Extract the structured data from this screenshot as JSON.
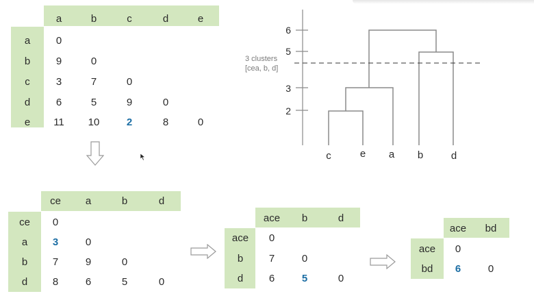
{
  "matrices": [
    {
      "cols": [
        "a",
        "b",
        "c",
        "d",
        "e"
      ],
      "rows": [
        {
          "label": "a",
          "values": [
            "0",
            "",
            "",
            "",
            ""
          ]
        },
        {
          "label": "b",
          "values": [
            "9",
            "0",
            "",
            "",
            ""
          ]
        },
        {
          "label": "c",
          "values": [
            "3",
            "7",
            "0",
            "",
            ""
          ]
        },
        {
          "label": "d",
          "values": [
            "6",
            "5",
            "9",
            "0",
            ""
          ]
        },
        {
          "label": "e",
          "values": [
            "11",
            "10",
            "2",
            "8",
            "0"
          ]
        }
      ],
      "highlight": {
        "row": 4,
        "col": 2
      }
    },
    {
      "cols": [
        "ce",
        "a",
        "b",
        "d"
      ],
      "rows": [
        {
          "label": "ce",
          "values": [
            "0",
            "",
            "",
            ""
          ]
        },
        {
          "label": "a",
          "values": [
            "3",
            "0",
            "",
            ""
          ]
        },
        {
          "label": "b",
          "values": [
            "7",
            "9",
            "0",
            ""
          ]
        },
        {
          "label": "d",
          "values": [
            "8",
            "6",
            "5",
            "0"
          ]
        }
      ],
      "highlight": {
        "row": 1,
        "col": 0
      }
    },
    {
      "cols": [
        "ace",
        "b",
        "d"
      ],
      "rows": [
        {
          "label": "ace",
          "values": [
            "0",
            "",
            ""
          ]
        },
        {
          "label": "b",
          "values": [
            "7",
            "0",
            ""
          ]
        },
        {
          "label": "d",
          "values": [
            "6",
            "5",
            "0"
          ]
        }
      ],
      "highlight": {
        "row": 2,
        "col": 1
      }
    },
    {
      "cols": [
        "ace",
        "bd"
      ],
      "rows": [
        {
          "label": "ace",
          "values": [
            "0",
            ""
          ]
        },
        {
          "label": "bd",
          "values": [
            "6",
            "0"
          ]
        }
      ],
      "highlight": {
        "row": 1,
        "col": 0
      }
    }
  ],
  "dendrogram": {
    "y_ticks": [
      "6",
      "5",
      "3",
      "2"
    ],
    "leaves": [
      "c",
      "e",
      "a",
      "b",
      "d"
    ],
    "cut_label_line1": "3 clusters",
    "cut_label_line2": "[cea, b, d]"
  },
  "colors": {
    "header_bg": "#d3e7bf",
    "highlight_text": "#1c6ea4",
    "line": "#8a8a8a"
  }
}
